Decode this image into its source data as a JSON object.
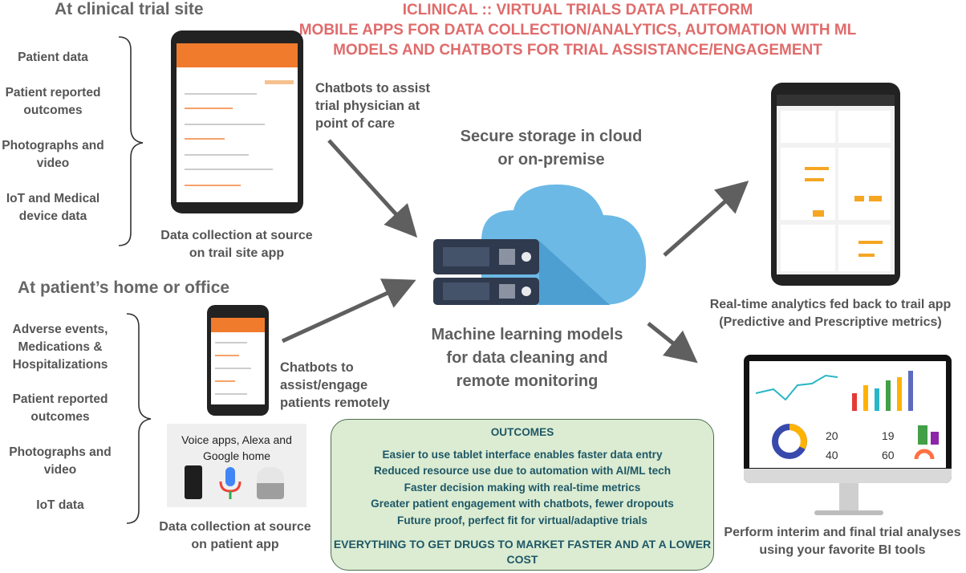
{
  "title": {
    "line1": "ICLINICAL :: VIRTUAL TRIALS DATA PLATFORM",
    "line2": "MOBILE APPS FOR DATA COLLECTION/ANALYTICS, AUTOMATION WITH ML",
    "line3": "MODELS AND CHATBOTS FOR TRIAL ASSISTANCE/ENGAGEMENT"
  },
  "clinical_site": {
    "heading": "At clinical trial site",
    "items": [
      "Patient data",
      "Patient reported outcomes",
      "Photographs and video",
      "IoT and Medical device data"
    ],
    "caption": "Data collection at source on trail site app",
    "chatbot": "Chatbots to assist trial physician at point of care"
  },
  "patient_home": {
    "heading": "At patient’s home or office",
    "items": [
      "Adverse events, Medications & Hospitalizations",
      "Patient reported outcomes",
      "Photographs and video",
      "IoT data"
    ],
    "voice": "Voice apps, Alexa and Google home",
    "caption": "Data collection at source on patient app",
    "chatbot": "Chatbots to assist/engage patients remotely"
  },
  "center": {
    "storage": "Secure storage in cloud or on-premise",
    "ml": "Machine learning models for data cleaning and remote monitoring"
  },
  "outcomes": {
    "heading": "OUTCOMES",
    "items": [
      "Easier to use tablet interface enables faster data entry",
      "Reduced resource use due to automation with AI/ML tech",
      "Faster decision making with real-time metrics",
      "Greater patient engagement with chatbots, fewer dropouts",
      "Future proof, perfect fit for virtual/adaptive trials"
    ],
    "footer": "EVERYTHING TO GET DRUGS TO MARKET FASTER AND AT A LOWER COST"
  },
  "right": {
    "analytics_caption": "Real-time analytics fed back to trail app (Predictive and Prescriptive metrics)",
    "bi_caption": "Perform interim and final trial analyses using your favorite BI tools"
  },
  "colors": {
    "title": "#e06b6b",
    "outcomes_bg": "#dbecd2",
    "outcomes_text": "#1f5766",
    "app_orange": "#f07b2c",
    "cloud": "#6cb9e6"
  }
}
